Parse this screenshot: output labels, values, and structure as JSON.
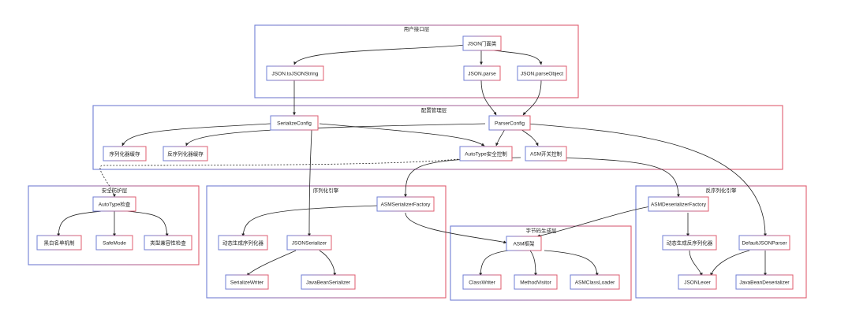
{
  "theme": {
    "accent_red": "#e05c6e",
    "accent_blue": "#6f7fd6",
    "edge": "#222222"
  },
  "groups": {
    "user_api": "用户接口层",
    "config": "配置管理层",
    "security": "安全防护层",
    "serializer_engine": "序列化引擎",
    "bytecode": "字节码生成层",
    "deserializer_engine": "反序列化引擎"
  },
  "nodes": {
    "json_facade": "JSON门面类",
    "to_json_string": "JSON.toJSONString",
    "json_parse": "JSON.parse",
    "parse_object": "JSON.parseObject",
    "serialize_config": "SerializeConfig",
    "parser_config": "ParserConfig",
    "serializer_cache": "序列化器缓存",
    "deserializer_cache": "反序列化器缓存",
    "autotype_control": "AutoType安全控制",
    "asm_switch": "ASM开关控制",
    "autotype_check": "AutoType检查",
    "blacklist": "黑白名单机制",
    "safemode": "SafeMode",
    "type_compat": "类型兼容性检查",
    "asm_serializer_factory": "ASMSerializerFactory",
    "dynamic_serializer": "动态生成序列化器",
    "json_serializer": "JSONSerializer",
    "serialize_writer": "SerializeWriter",
    "javabean_serializer": "JavaBeanSerializer",
    "asm_framework": "ASM框架",
    "class_writer": "ClassWriter",
    "method_visitor": "MethodVisitor",
    "asm_class_loader": "ASMClassLoader",
    "asm_deserializer_factory": "ASMDeserializerFactory",
    "dynamic_deserializer": "动态生成反序列化器",
    "default_json_parser": "DefaultJSONParser",
    "json_lexer": "JSONLexer",
    "javabean_deserializer": "JavaBeanDeserializer"
  }
}
